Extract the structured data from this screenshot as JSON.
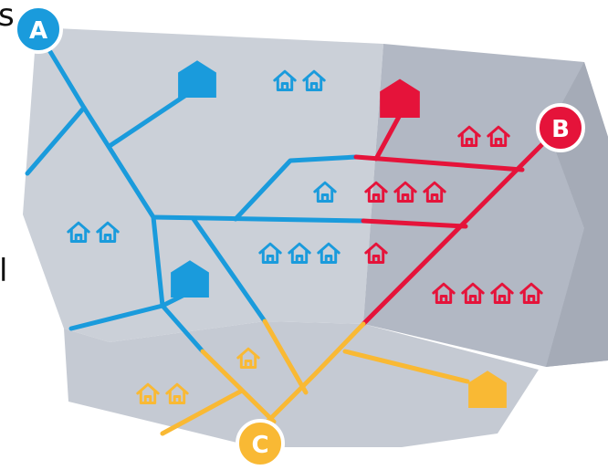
{
  "nodes": {
    "a": {
      "label": "A",
      "color": "#1a9bdc"
    },
    "b": {
      "label": "B",
      "color": "#e5133a"
    },
    "c": {
      "label": "C",
      "color": "#f9b934"
    }
  },
  "edge_text": {
    "left_top": "s",
    "left_mid": "l"
  },
  "colors": {
    "region_light": "#cbd0d8",
    "region_mid": "#b4bac6",
    "region_dark": "#a5abb7",
    "blue": "#1a9bdc",
    "red": "#e5133a",
    "yellow": "#f9b934"
  },
  "icons": {
    "house": "house-outline-icon",
    "building": "building-icon"
  }
}
